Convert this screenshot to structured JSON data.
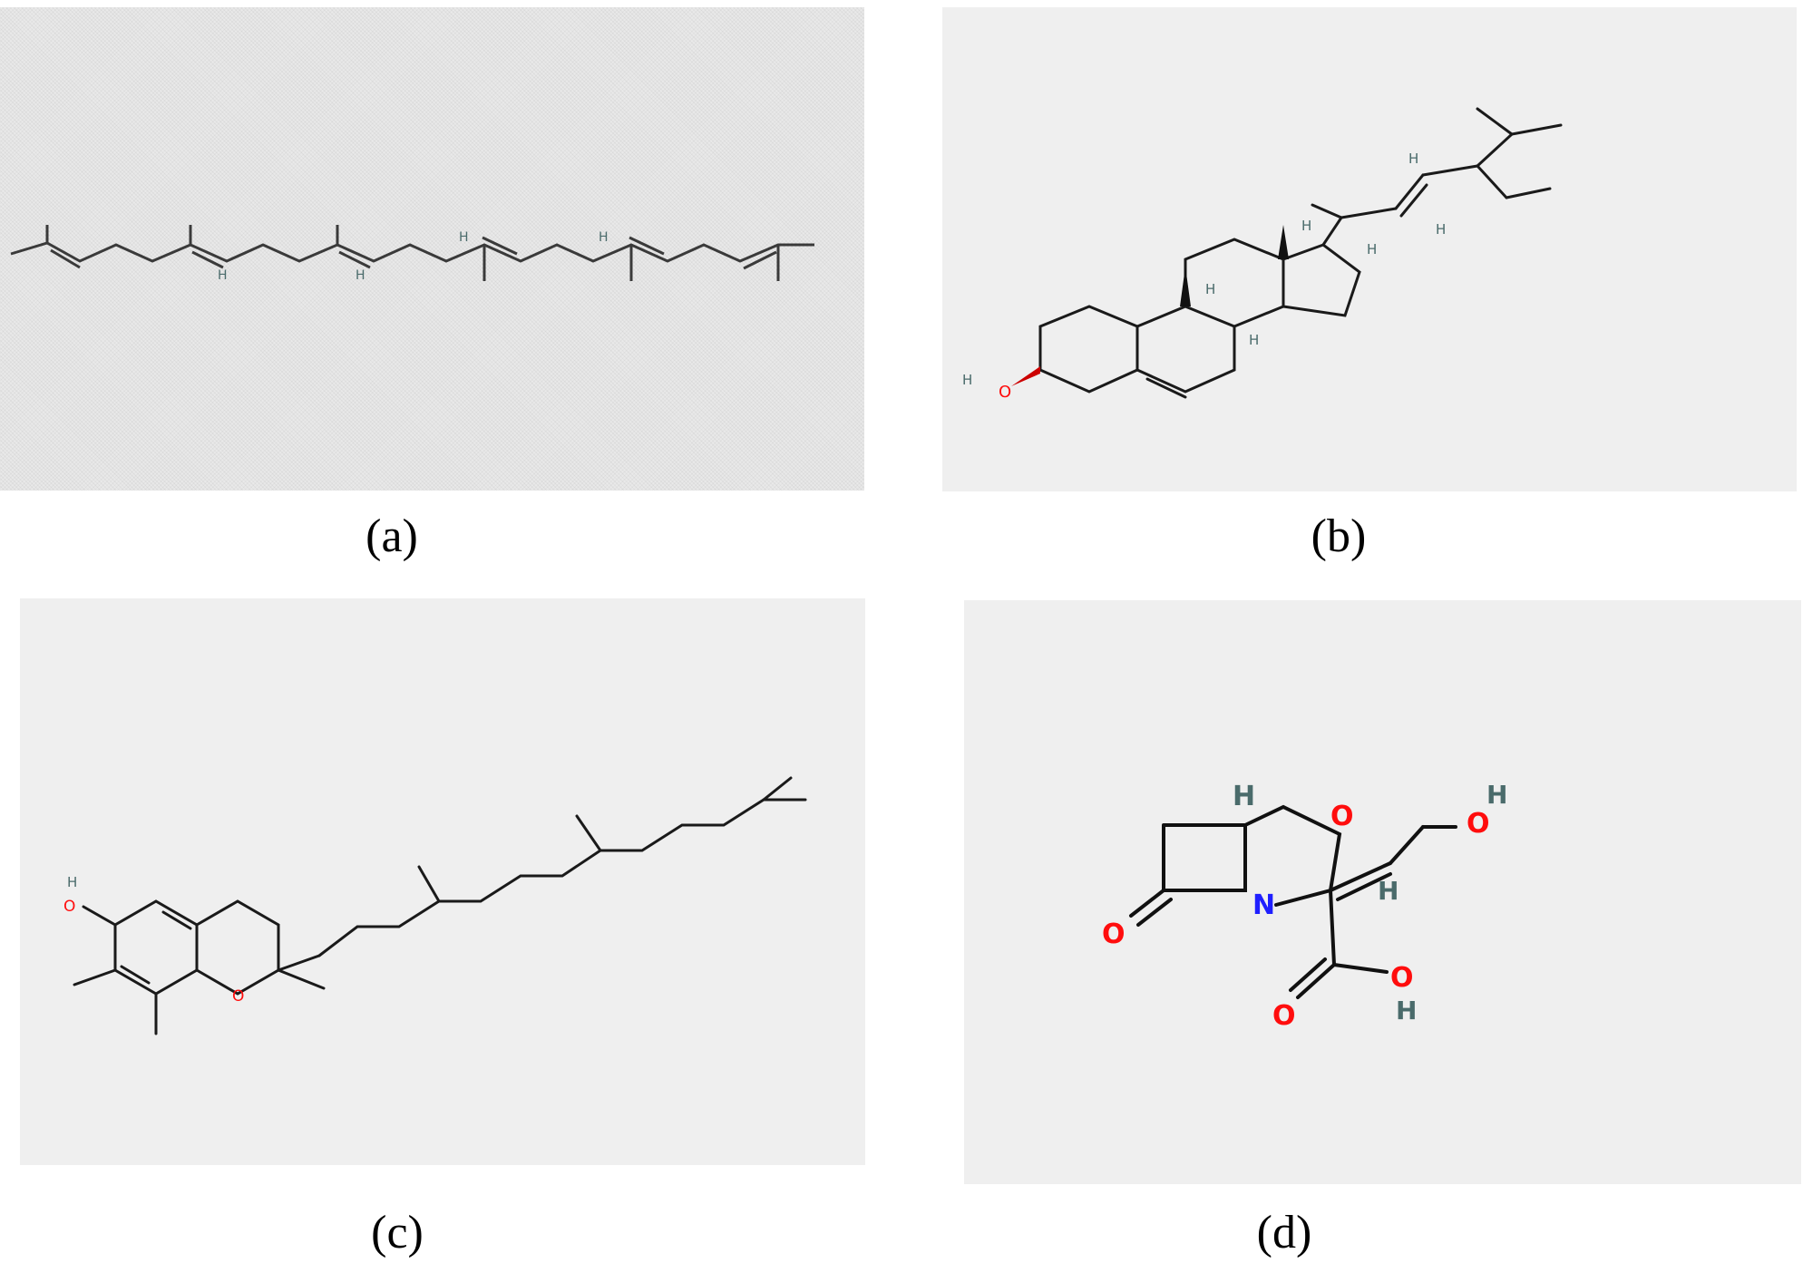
{
  "panels": [
    {
      "id": "a",
      "caption": "(a)",
      "hydrogen_labels": [
        "H",
        "H",
        "H",
        "H"
      ]
    },
    {
      "id": "b",
      "caption": "(b)",
      "atom_labels": {
        "hydroxyl_o": "O",
        "hydroxyl_h": "H",
        "h1": "H",
        "h2": "H",
        "h3": "H",
        "h4": "H",
        "h5": "H",
        "h6": "H"
      }
    },
    {
      "id": "c",
      "caption": "(c)",
      "atom_labels": {
        "hydroxyl_o": "O",
        "hydroxyl_h": "H",
        "ring_o": "O"
      }
    },
    {
      "id": "d",
      "caption": "(d)",
      "atom_labels": {
        "h_top": "H",
        "ring_o": "O",
        "n": "N",
        "ketone_o": "O",
        "oh_o": "O",
        "oh_h": "H",
        "vinyl_h": "H",
        "acid_o1": "O",
        "acid_o2": "O",
        "acid_h": "H"
      }
    }
  ],
  "colors": {
    "oxygen": "#ff0d0d",
    "nitrogen": "#1f1fff",
    "hydrogen": "#4a6b6b",
    "bond": "#1a1a1a"
  }
}
